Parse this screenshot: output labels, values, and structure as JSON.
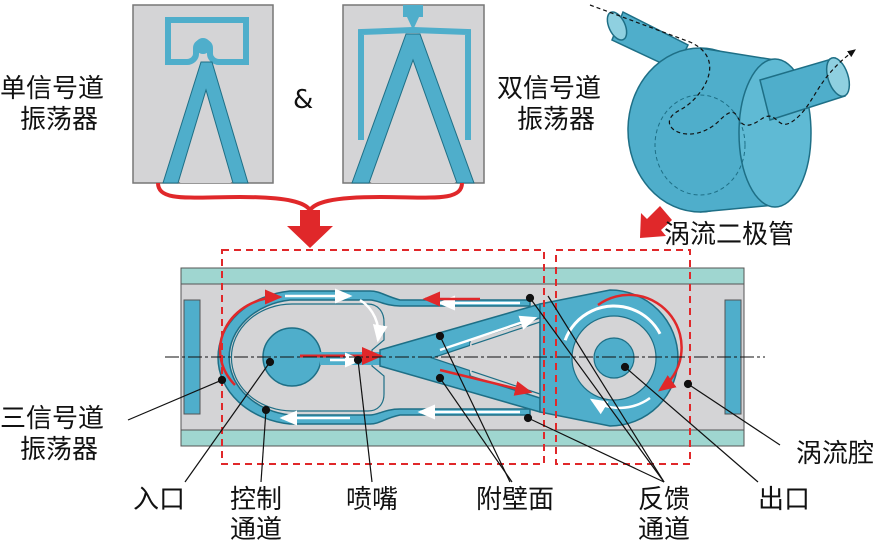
{
  "labels": {
    "single_osc_line1": "单信号道",
    "single_osc_line2": "振荡器",
    "amp": "&",
    "double_osc_line1": "双信号道",
    "double_osc_line2": "振荡器",
    "vortex_diode": "涡流二极管",
    "triple_osc_line1": "三信号道",
    "triple_osc_line2": "振荡器",
    "vortex_chamber": "涡流腔",
    "inlet": "入口",
    "control_channel_line1": "控制",
    "control_channel_line2": "通道",
    "nozzle": "喷嘴",
    "attachment_wall": "附壁面",
    "feedback_channel_line1": "反馈",
    "feedback_channel_line2": "通道",
    "outlet": "出口"
  },
  "colors": {
    "fluid_blue": "#4faecb",
    "teal_band": "#9fd6d0",
    "panel_grey": "#d4d4d6",
    "dashed_red": "#e0282a",
    "arrow_red": "#e0282a",
    "arrow_white": "#ffffff",
    "line_dark": "#222222"
  }
}
